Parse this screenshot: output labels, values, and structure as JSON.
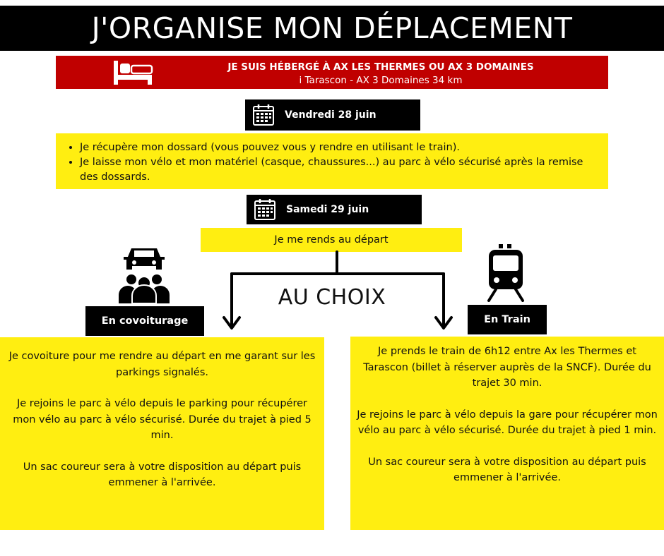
{
  "title": "J'ORGANISE MON DÉPLACEMENT",
  "lodging": {
    "heading": "JE SUIS HÉBERGÉ À AX LES THERMES OU AX 3 DOMAINES",
    "distance": "i Tarascon - AX 3 Domaines 34 km",
    "icon": "bed-icon"
  },
  "friday": {
    "date": "Vendredi 28 juin",
    "icon": "calendar-icon",
    "items": [
      "Je récupère mon dossard (vous pouvez vous y rendre en utilisant le train).",
      "Je laisse mon vélo et mon matériel (casque, chaussures...) au parc à vélo sécurisé après la remise des dossards."
    ]
  },
  "saturday": {
    "date": "Samedi 29 juin",
    "icon": "calendar-icon",
    "departure": "Je me rends au départ"
  },
  "choice_label": "AU CHOIX",
  "carpool": {
    "label": "En covoiturage",
    "icon": "carpool-icon",
    "paragraphs": [
      "Je covoiture pour me rendre au départ en me garant sur les parkings signalés.",
      "Je rejoins le parc à vélo depuis le parking pour récupérer mon vélo au parc à vélo sécurisé. Durée du trajet à pied 5 min.",
      "Un sac coureur sera à votre disposition au départ puis emmener à l'arrivée."
    ]
  },
  "train": {
    "label": "En Train",
    "icon": "train-icon",
    "paragraphs": [
      "Je prends le train de 6h12 entre Ax les Thermes et Tarascon (billet à réserver auprès de la SNCF). Durée du trajet 30 min.",
      "Je rejoins le parc à vélo depuis la gare pour récupérer mon vélo au parc à vélo sécurisé. Durée du trajet à pied 1 min.",
      "Un sac coureur sera à votre disposition au départ puis emmener à l'arrivée."
    ]
  },
  "colors": {
    "title_bg": "#000000",
    "lodging_bg": "#c00000",
    "highlight": "#ffee11"
  }
}
